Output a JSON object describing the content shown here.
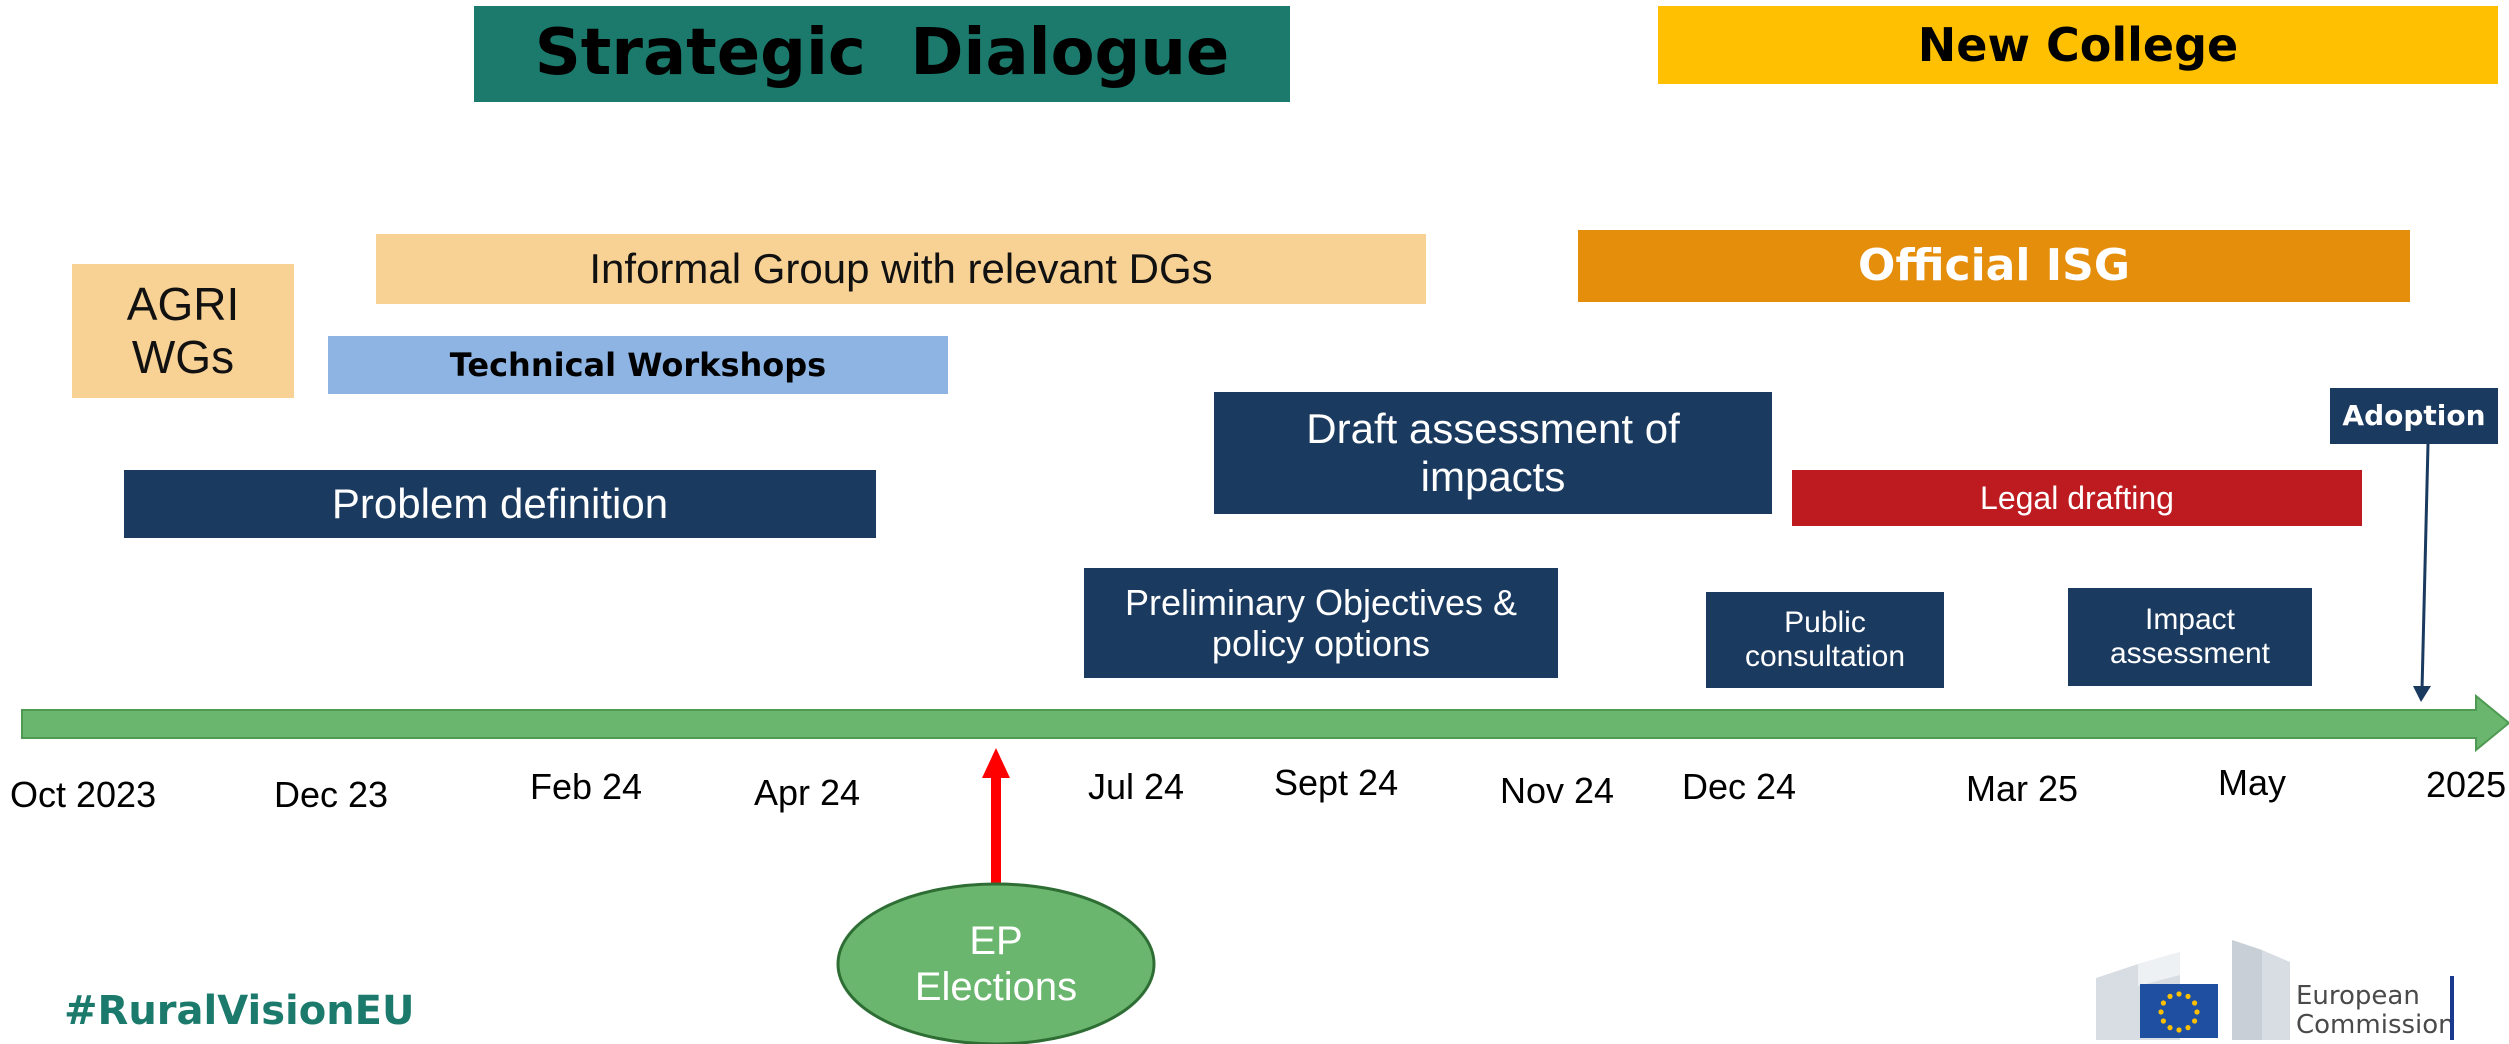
{
  "headers": {
    "strategic_dialogue": "Strategic  Dialogue",
    "new_college": "New College"
  },
  "bars": {
    "agri_wgs_line1": "AGRI",
    "agri_wgs_line2": "WGs",
    "informal_group": "Informal Group with relevant DGs",
    "official_isg": "Official ISG",
    "technical_workshops": "Technical Workshops",
    "adoption": "Adoption",
    "draft_assessment_line1": "Draft assessment of",
    "draft_assessment_line2": "impacts",
    "problem_definition": "Problem definition",
    "legal_drafting": "Legal drafting",
    "preliminary_line1": "Preliminary Objectives &",
    "preliminary_line2": "policy options",
    "public_consultation_line1": "Public",
    "public_consultation_line2": "consultation",
    "impact_assessment_line1": "Impact",
    "impact_assessment_line2": "assessment"
  },
  "timeline": {
    "ticks": [
      "Oct 2023",
      "Dec 23",
      "Feb 24",
      "Apr 24",
      "Jul 24",
      "Sept 24",
      "Nov 24",
      "Dec 24",
      "Mar 25",
      "May",
      "2025"
    ]
  },
  "ep_elections": {
    "line1": "EP",
    "line2": "Elections"
  },
  "footer": {
    "hashtag": "#RuralVisionEU",
    "logo_line1": "European",
    "logo_line2": "Commission"
  },
  "colors": {
    "teal": "#1b7a6c",
    "yellow": "#fec000",
    "peach": "#f8d194",
    "orange": "#e58e0b",
    "light_blue": "#8eb4e3",
    "navy": "#1a3a60",
    "red": "#be1b21",
    "green": "#6bb66e",
    "arrow_red": "#ff0000"
  }
}
